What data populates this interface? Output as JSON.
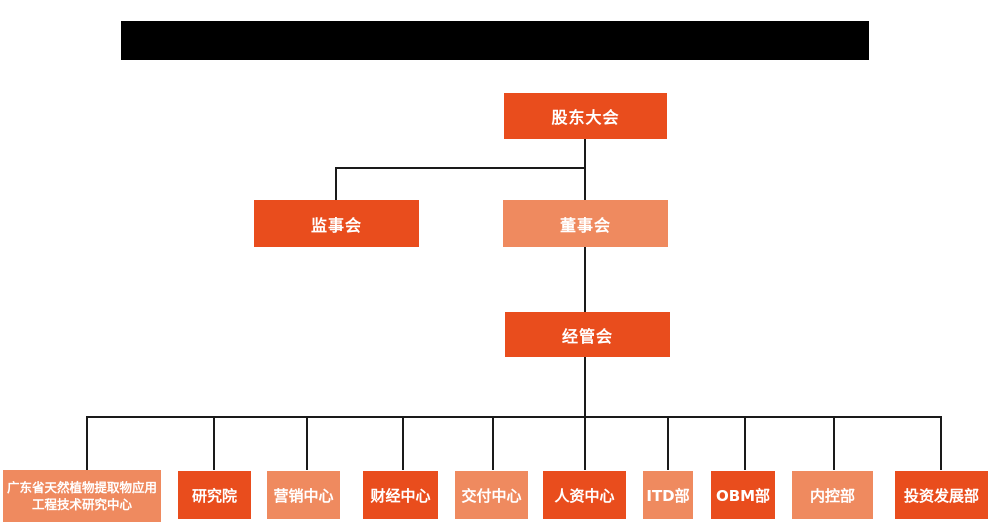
{
  "palette": {
    "dark": "#E94D1D",
    "light": "#EF8A5F",
    "line": "#1a1a1a",
    "redacted_bar": "#000000",
    "node_text": "#ffffff",
    "background": "#ffffff"
  },
  "org": {
    "level1": {
      "label": "股东大会"
    },
    "level2": [
      {
        "label": "监事会"
      },
      {
        "label": "董事会"
      }
    ],
    "level3": {
      "label": "经管会"
    },
    "level4": [
      {
        "label": "广东省天然植物提取物应用工程技术研究中心"
      },
      {
        "label": "研究院"
      },
      {
        "label": "营销中心"
      },
      {
        "label": "财经中心"
      },
      {
        "label": "交付中心"
      },
      {
        "label": "人资中心"
      },
      {
        "label": "ITD部"
      },
      {
        "label": "OBM部"
      },
      {
        "label": "内控部"
      },
      {
        "label": "投资发展部"
      }
    ]
  }
}
